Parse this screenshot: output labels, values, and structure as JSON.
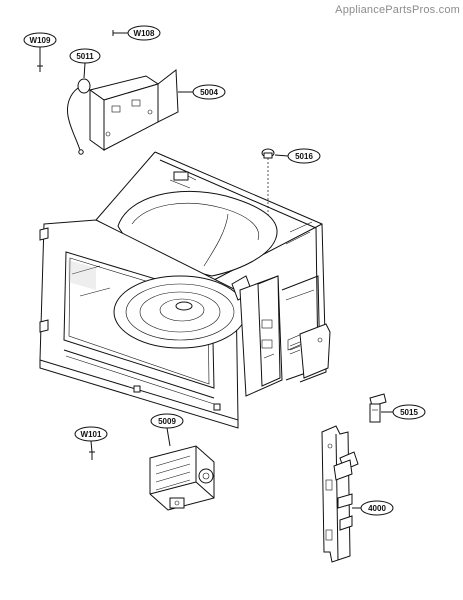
{
  "watermark": "AppliancePartsPros.com",
  "callouts": [
    {
      "id": "w109",
      "label": "W109"
    },
    {
      "id": "w108",
      "label": "W108"
    },
    {
      "id": "5011",
      "label": "5011"
    },
    {
      "id": "5004",
      "label": "5004"
    },
    {
      "id": "5016",
      "label": "5016"
    },
    {
      "id": "5015",
      "label": "5015"
    },
    {
      "id": "w101",
      "label": "W101"
    },
    {
      "id": "5009",
      "label": "5009"
    },
    {
      "id": "4000",
      "label": "4000"
    }
  ]
}
